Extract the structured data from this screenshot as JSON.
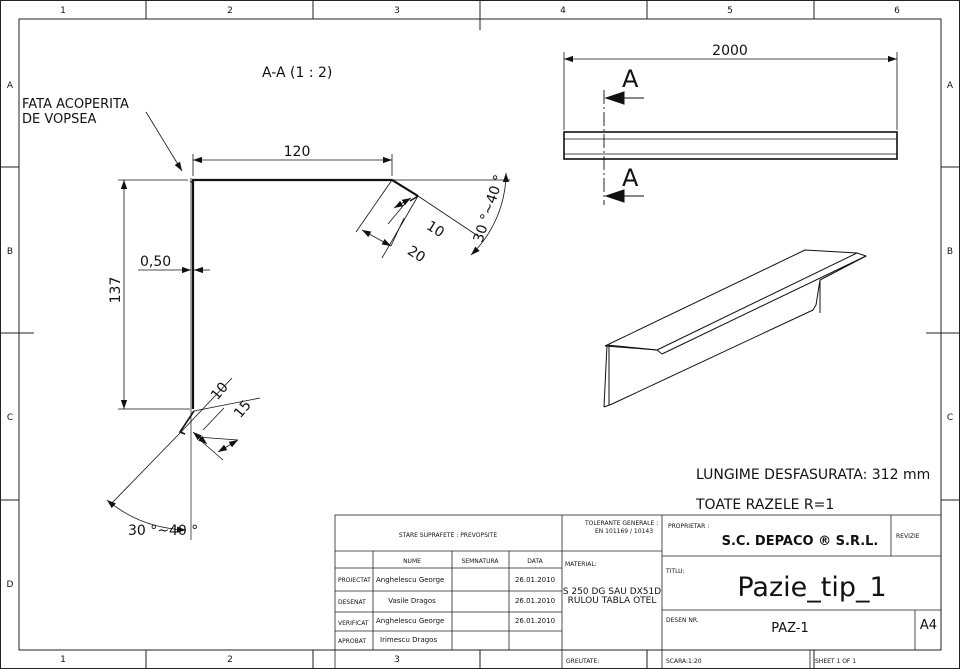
{
  "frame": {
    "columns": [
      "1",
      "2",
      "3",
      "4",
      "5",
      "6"
    ],
    "rows": [
      "A",
      "B",
      "C",
      "D"
    ]
  },
  "section": {
    "title": "A-A (1 : 2)",
    "note_line1": "FATA ACOPERITA",
    "note_line2": "DE VOPSEA",
    "dim_top_width": "120",
    "dim_height": "137",
    "dim_thickness": "0,50",
    "dim_top_hem": "10",
    "dim_top_flange": "20",
    "angle_top": "30 °~40 °",
    "dim_bottom_hem": "10",
    "dim_bottom_flange": "15",
    "angle_bottom": "30 °~40 °"
  },
  "side_view": {
    "length": "2000",
    "section_label_top": "A",
    "section_label_bottom": "A"
  },
  "notes": {
    "developed_length": "LUNGIME DESFASURATA: 312 mm",
    "radii": "TOATE RAZELE R=1"
  },
  "title_block": {
    "surface_state": "STARE SUPRAFETE : PREVOPSITE",
    "tolerance_title": "TOLERANTE GENERALE :",
    "tolerance_value": "EN 101169 / 10143",
    "owner_label": "PROPRIETAR :",
    "owner_name": "S.C. DEPACO ® S.R.L.",
    "revision_label": "REVIZIE",
    "col_name": "NUME",
    "col_signature": "SEMNATURA",
    "col_date": "DATA",
    "material_label": "MATERIAL:",
    "material_line1": "S 250 DG SAU DX51D",
    "material_line2": "RULOU TABLA OTEL",
    "title_label": "TITLU:",
    "title_value": "Pazie_tip_1",
    "drawing_no_label": "DESEN NR.",
    "drawing_no_value": "PAZ-1",
    "sheet_size": "A4",
    "weight_label": "GREUTATE:",
    "scale_label": "SCARA:1:20",
    "sheet_label": "SHEET 1 OF 1",
    "rows": [
      {
        "role": "PROIECTAT",
        "name": "Anghelescu George",
        "date": "26.01.2010"
      },
      {
        "role": "DESENAT",
        "name": "Vasile Dragos",
        "date": "26.01.2010"
      },
      {
        "role": "VERIFICAT",
        "name": "Anghelescu George",
        "date": "26.01.2010"
      },
      {
        "role": "APROBAT",
        "name": "Irimescu Dragos",
        "date": ""
      }
    ]
  }
}
